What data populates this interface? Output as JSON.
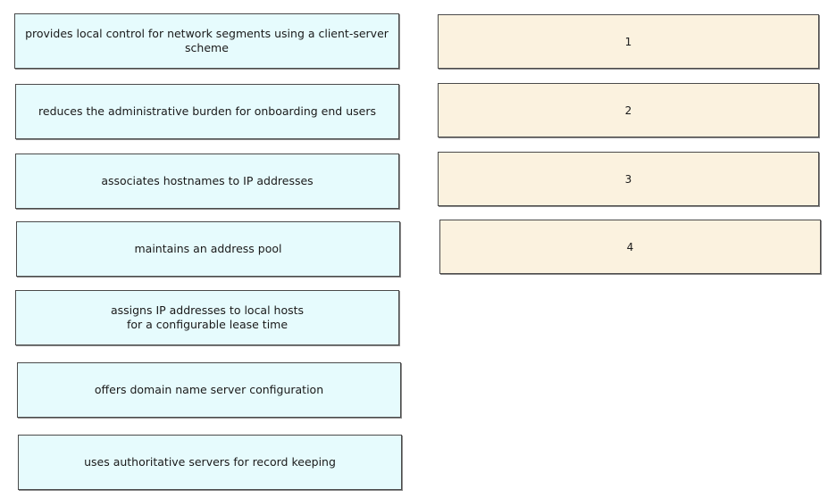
{
  "options": [
    {
      "label": "provides local control for network segments using a client-server\nscheme"
    },
    {
      "label": "reduces the administrative burden for onboarding end users"
    },
    {
      "label": "associates hostnames to IP addresses"
    },
    {
      "label": "maintains an address pool"
    },
    {
      "label": "assigns IP addresses to local hosts\nfor a configurable lease time"
    },
    {
      "label": "offers domain name server configuration"
    },
    {
      "label": "uses authoritative servers for record keeping"
    }
  ],
  "targets": [
    {
      "label": "1"
    },
    {
      "label": "2"
    },
    {
      "label": "3"
    },
    {
      "label": "4"
    }
  ],
  "colors": {
    "option_bg": "#e6fbfd",
    "target_bg": "#fbf2df",
    "border": "#4a4a4a"
  }
}
